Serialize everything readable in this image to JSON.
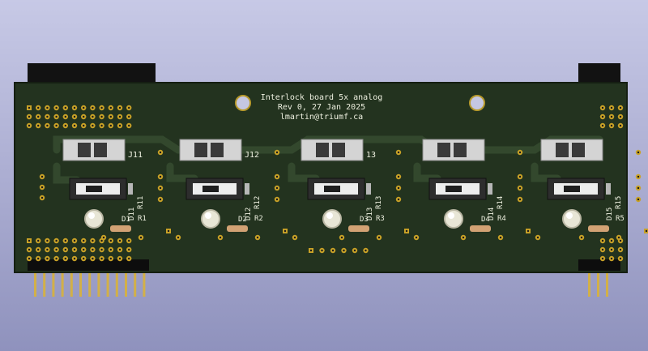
{
  "board": {
    "title": "Interlock board 5x analog",
    "revision": "Rev 0, 27 Jan 2025",
    "author": "lmartin@triumf.ca",
    "colors": {
      "substrate": "#23331f",
      "silkscreen": "#eef0e0",
      "copper_pad": "#c9a227",
      "header_plastic": "#111111",
      "background_top": "#c7c9e6",
      "background_bottom": "#8f92bd"
    }
  },
  "channels": [
    {
      "connector": "J11",
      "diode_a": "D11",
      "resistor_a": "R11",
      "led": "D1",
      "resistor_b": "R1"
    },
    {
      "connector": "J12",
      "diode_a": "D12",
      "resistor_a": "R12",
      "led": "D2",
      "resistor_b": "R2"
    },
    {
      "connector": "13",
      "diode_a": "D13",
      "resistor_a": "R13",
      "led": "D3",
      "resistor_b": "R3"
    },
    {
      "connector": "",
      "diode_a": "D14",
      "resistor_a": "R14",
      "led": "D4",
      "resistor_b": "R4"
    },
    {
      "connector": "",
      "diode_a": "D15",
      "resistor_a": "R15",
      "led": "",
      "resistor_b": "R5"
    }
  ]
}
